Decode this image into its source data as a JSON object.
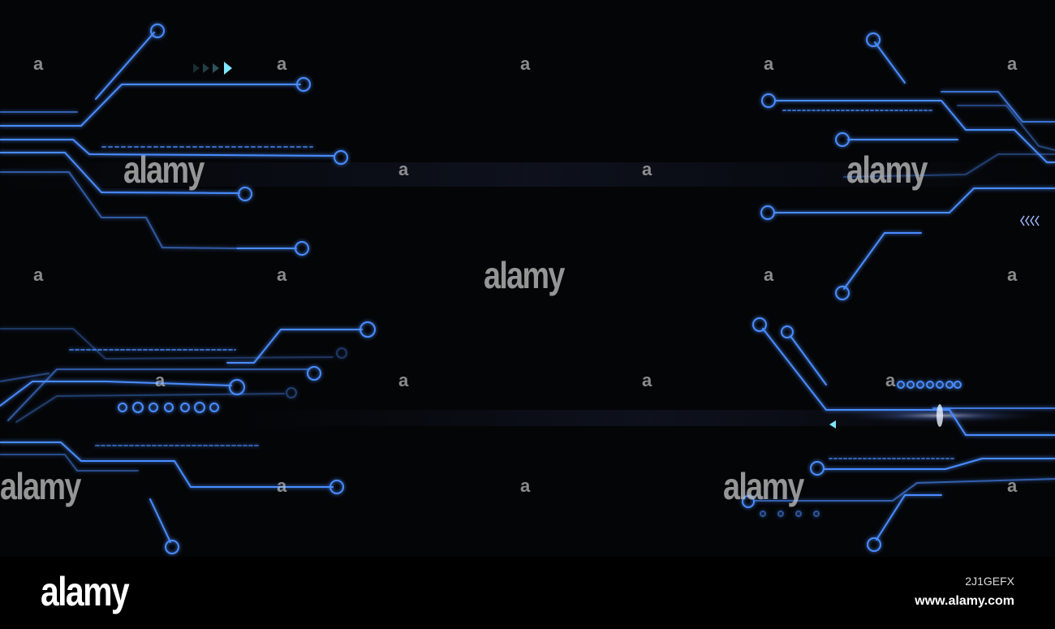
{
  "image": {
    "subject": "glowing blue circuit board lines on black background",
    "colors": {
      "background": "#040507",
      "circuit": "#4a8cff",
      "circuit_core": "#cfe3ff",
      "arrow_accent": "#7fe6ff"
    },
    "icons": [
      "double-arrow-right-icon",
      "double-arrow-left-icon",
      "arrow-left-icon"
    ]
  },
  "watermarks": {
    "word": "alamy",
    "letter": "a"
  },
  "footer": {
    "logo": "alamy",
    "image_id": "2J1GEFX",
    "url": "www.alamy.com"
  }
}
